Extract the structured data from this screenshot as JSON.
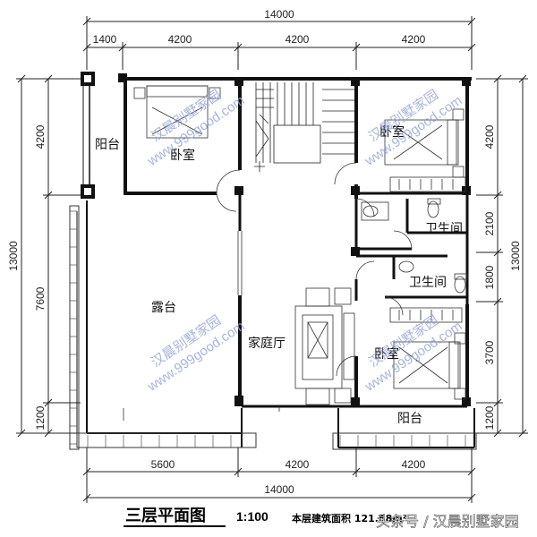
{
  "dimensions": {
    "top_total": "14000",
    "top_segments": [
      "1400",
      "4200",
      "4200",
      "4200"
    ],
    "bottom_segments": [
      "5600",
      "4200",
      "4200"
    ],
    "bottom_total": "14000",
    "left_total": "13000",
    "left_segments": [
      "4200",
      "7600",
      "1200"
    ],
    "right_total": "13000",
    "right_segments": [
      "4200",
      "2100",
      "1800",
      "3700",
      "1200"
    ]
  },
  "rooms": {
    "balcony_top": "阳台",
    "bedroom_top_left": "卧室",
    "bedroom_top_right": "卧室",
    "bathroom_1": "卫生间",
    "bathroom_2": "卫生间",
    "terrace": "露台",
    "family_hall": "家庭厅",
    "bedroom_bottom_right": "卧室",
    "balcony_bottom": "阳台"
  },
  "watermark": {
    "name": "汉晨别墅家园",
    "url": "www.999good.com"
  },
  "title_block": {
    "title": "三层平面图",
    "scale": "1:100",
    "area_note": "本层建筑面积 121.58m²",
    "credit": "头条号 / 汉晨别墅家园"
  },
  "colors": {
    "line": "#111111",
    "watermark": "#9aa6d6"
  }
}
